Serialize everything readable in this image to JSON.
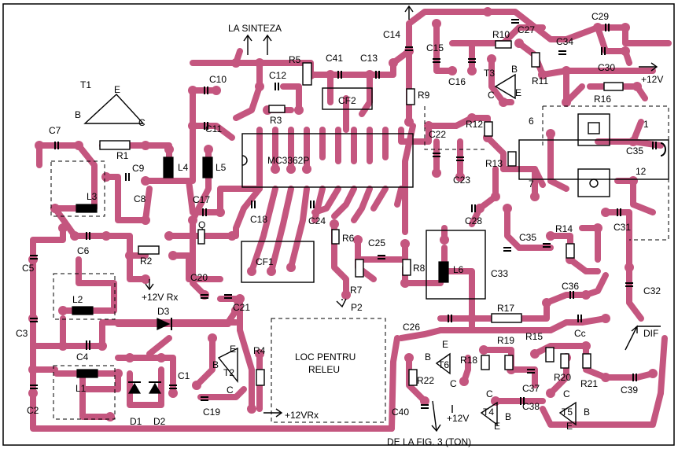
{
  "ic": {
    "label": "MC3362P"
  },
  "annotations": {
    "la_sinteza": "LA SINTEZA",
    "plus12v_rx_1": "+12V Rx",
    "plus12v_rx_2": "+12VRx",
    "plus12v_top": "+12V",
    "plus12v_bottom": "+12V",
    "loc_pentru_1": "LOC PENTRU",
    "loc_pentru_2": "RELEU",
    "de_la_fig3": "DE LA FIG. 3 (TON)",
    "dif": "DIF",
    "p2": "P2",
    "pin_1": "1",
    "pin_6": "6",
    "pin_7": "7",
    "pin_12": "12"
  },
  "transistor_pins": {
    "t1_e": "E",
    "t1_b": "B",
    "t1_c": "C",
    "t2_e": "E",
    "t2_b": "B",
    "t2_c": "C",
    "t3_b": "B",
    "t3_c": "C",
    "t3_e": "E",
    "t4_c": "C",
    "t4_b": "B",
    "t4_e": "E",
    "t5_c": "C",
    "t5_b": "B",
    "t5_e": "E",
    "t6_e": "E",
    "t6_b": "B",
    "t6_c": "C"
  },
  "components": {
    "T1": "T1",
    "T2": "T2",
    "T3": "T3",
    "T4": "T4",
    "T5": "T5",
    "T6": "T6",
    "Q": "Q",
    "CF1": "CF1",
    "CF2": "CF2",
    "L1": "L1",
    "L2": "L2",
    "L3": "L3",
    "L4": "L4",
    "L5": "L5",
    "L6": "L6",
    "D1": "D1",
    "D2": "D2",
    "D3": "D3",
    "R1": "R1",
    "R2": "R2",
    "R3": "R3",
    "R4": "R4",
    "R5": "R5",
    "R6": "R6",
    "R7": "R7",
    "R8": "R8",
    "R9": "R9",
    "R10": "R10",
    "R11": "R11",
    "R12": "R12",
    "R13": "R13",
    "R14": "R14",
    "R15": "R15",
    "R16": "R16",
    "R17": "R17",
    "R18": "R18",
    "R19": "R19",
    "R20": "R20",
    "R21": "R21",
    "R22": "R22",
    "C1": "C1",
    "C2": "C2",
    "C3": "C3",
    "C4": "C4",
    "C5": "C5",
    "C6": "C6",
    "C7": "C7",
    "C8": "C8",
    "C9": "C9",
    "C10": "C10",
    "C11": "C11",
    "C12": "C12",
    "C13": "C13",
    "C14": "C14",
    "C15": "C15",
    "C16": "C16",
    "C17": "C17",
    "C18": "C18",
    "C19": "C19",
    "C20": "C20",
    "C21": "C21",
    "C22": "C22",
    "C23": "C23",
    "C24": "C24",
    "C25": "C25",
    "C26": "C26",
    "C27": "C27",
    "C28": "C28",
    "C29": "C29",
    "C30": "C30",
    "C31": "C31",
    "C32": "C32",
    "C33": "C33",
    "C34": "C34",
    "C35a": "C35",
    "C35b": "C35",
    "C36": "C36",
    "C37": "C37",
    "C38": "C38",
    "C39": "C39",
    "C40": "C40",
    "C41": "C41",
    "Cc": "Cc"
  },
  "colors": {
    "trace": "#c4567f",
    "ink": "#000000",
    "background": "#ffffff"
  }
}
